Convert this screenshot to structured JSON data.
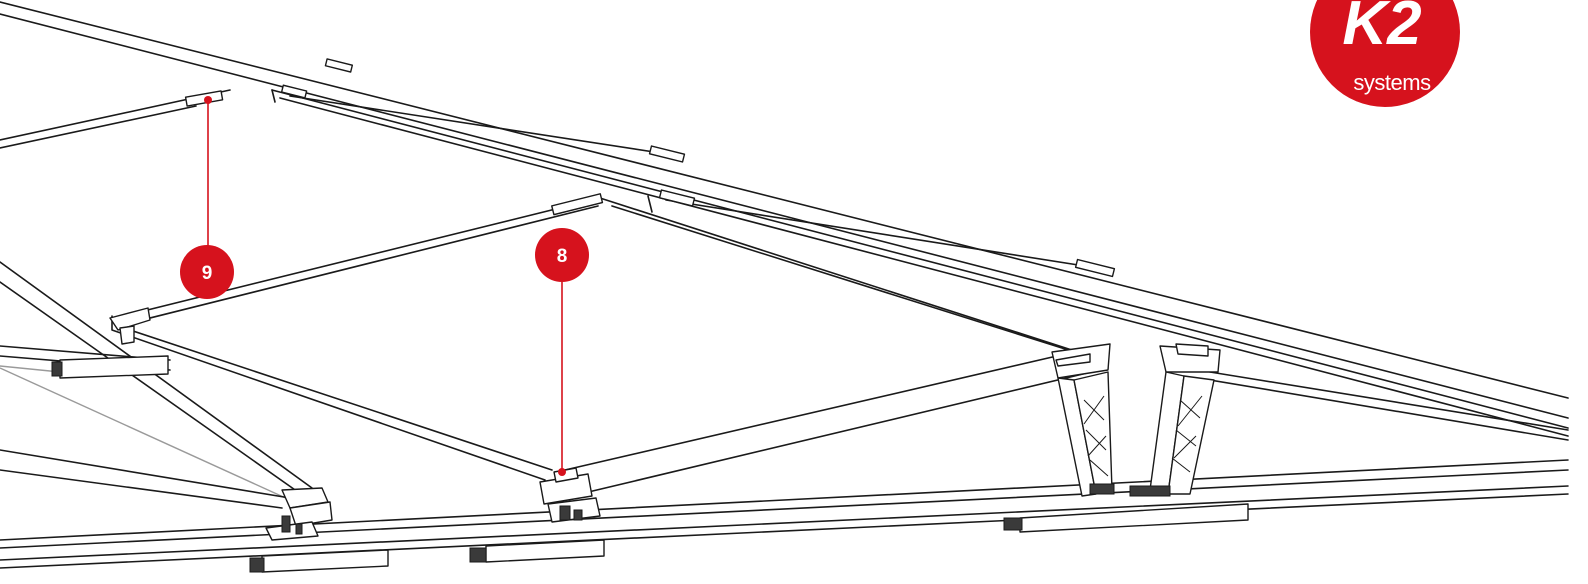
{
  "logo": {
    "brand_text": "K2",
    "tagline": "systems",
    "color": "#d6121d"
  },
  "callouts": [
    {
      "label": "9",
      "color": "#d6121d"
    },
    {
      "label": "8",
      "color": "#d6121d"
    }
  ],
  "colors": {
    "line": "#1a1a1a",
    "accent": "#d6121d",
    "background": "#ffffff"
  }
}
